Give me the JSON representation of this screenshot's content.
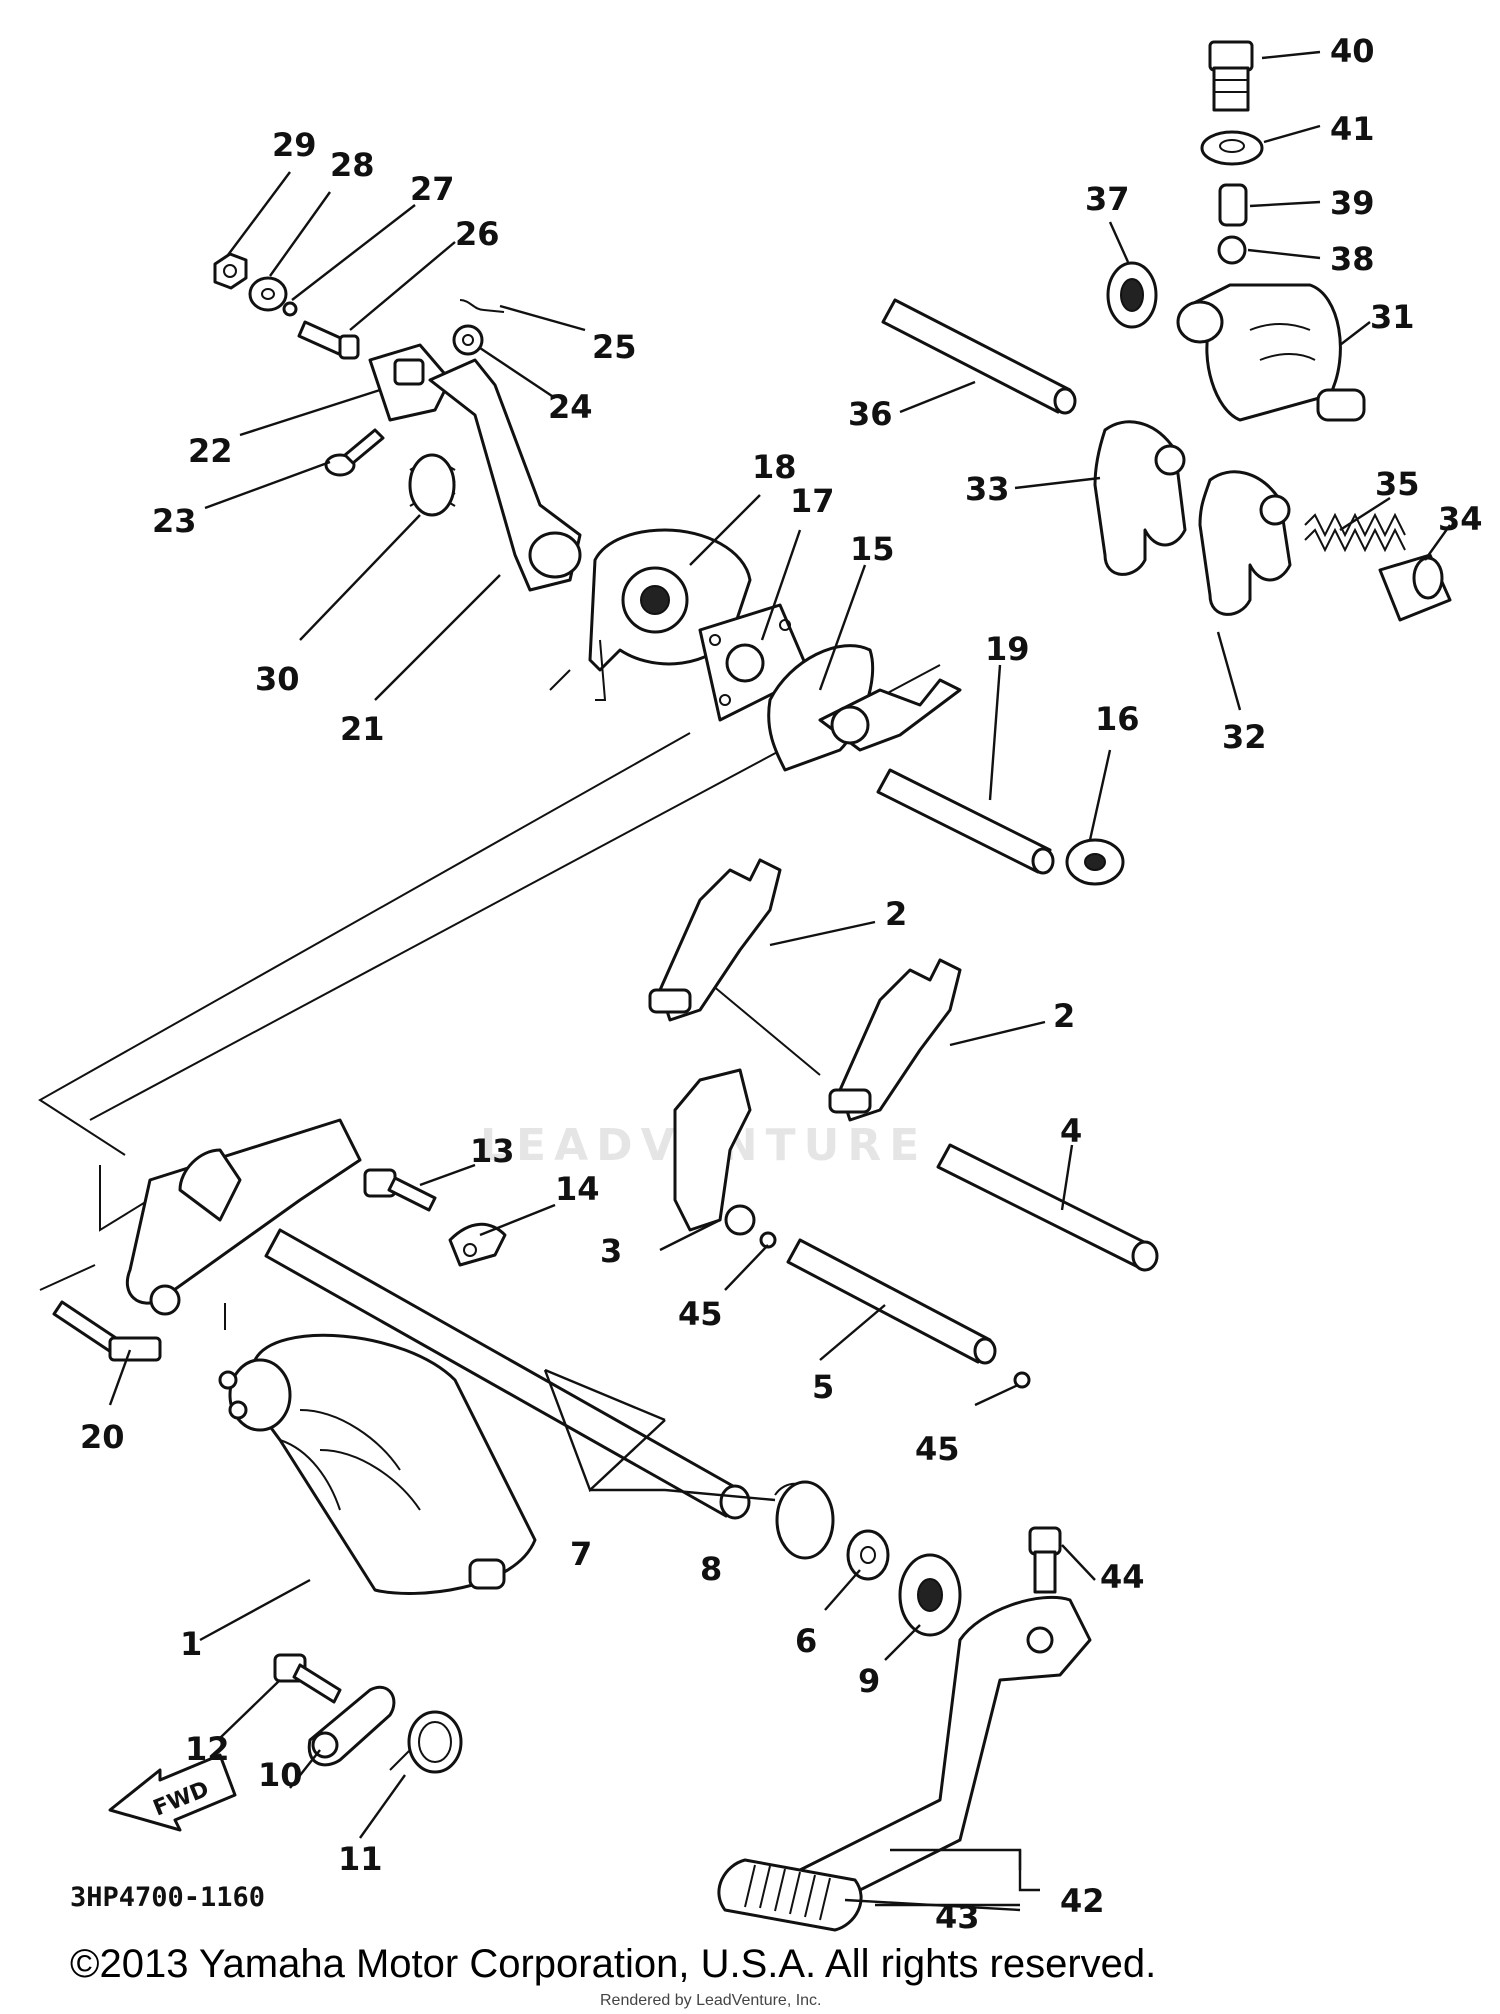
{
  "diagram": {
    "part_code": "3HP4700-1160",
    "copyright": "©2013 Yamaha Motor Corporation, U.S.A. All rights reserved.",
    "rendered_by": "Rendered by LeadVenture, Inc.",
    "watermark": "LEADVENTURE",
    "direction_label": "FWD"
  },
  "callouts": [
    {
      "number": "1"
    },
    {
      "number": "2"
    },
    {
      "number": "2"
    },
    {
      "number": "3"
    },
    {
      "number": "4"
    },
    {
      "number": "5"
    },
    {
      "number": "6"
    },
    {
      "number": "7"
    },
    {
      "number": "8"
    },
    {
      "number": "9"
    },
    {
      "number": "10"
    },
    {
      "number": "11"
    },
    {
      "number": "12"
    },
    {
      "number": "13"
    },
    {
      "number": "14"
    },
    {
      "number": "15"
    },
    {
      "number": "16"
    },
    {
      "number": "17"
    },
    {
      "number": "18"
    },
    {
      "number": "19"
    },
    {
      "number": "20"
    },
    {
      "number": "21"
    },
    {
      "number": "22"
    },
    {
      "number": "23"
    },
    {
      "number": "24"
    },
    {
      "number": "25"
    },
    {
      "number": "26"
    },
    {
      "number": "27"
    },
    {
      "number": "28"
    },
    {
      "number": "29"
    },
    {
      "number": "30"
    },
    {
      "number": "31"
    },
    {
      "number": "32"
    },
    {
      "number": "33"
    },
    {
      "number": "34"
    },
    {
      "number": "35"
    },
    {
      "number": "36"
    },
    {
      "number": "37"
    },
    {
      "number": "38"
    },
    {
      "number": "39"
    },
    {
      "number": "40"
    },
    {
      "number": "41"
    },
    {
      "number": "42"
    },
    {
      "number": "43"
    },
    {
      "number": "44"
    },
    {
      "number": "45"
    },
    {
      "number": "45"
    }
  ]
}
